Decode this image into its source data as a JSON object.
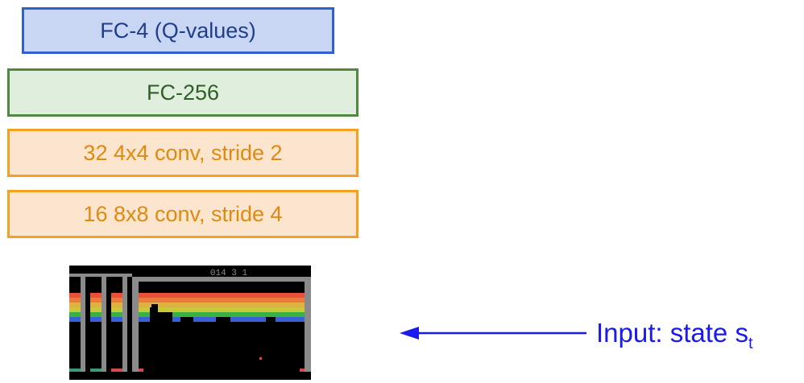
{
  "layers": {
    "fc4": "FC-4 (Q-values)",
    "fc256": "FC-256",
    "conv2": "32 4x4 conv, stride 2",
    "conv1": "16 8x8 conv, stride 4"
  },
  "input": {
    "label": "Input: state s",
    "subscript": "t",
    "score_text": "014 3 1"
  },
  "colors": {
    "fc_q_fill": "#c8d6f3",
    "fc_q_border": "#2f5fd0",
    "fc_fill": "#dfeedd",
    "fc_border": "#4f8a3f",
    "conv_fill": "#fbe5cf",
    "conv_border": "#f5a020",
    "arrow": "#1a1aee",
    "brick_rows": [
      "#e8503a",
      "#ec7a3a",
      "#e0b040",
      "#c8c83a",
      "#3ab040",
      "#3a60d8"
    ]
  }
}
